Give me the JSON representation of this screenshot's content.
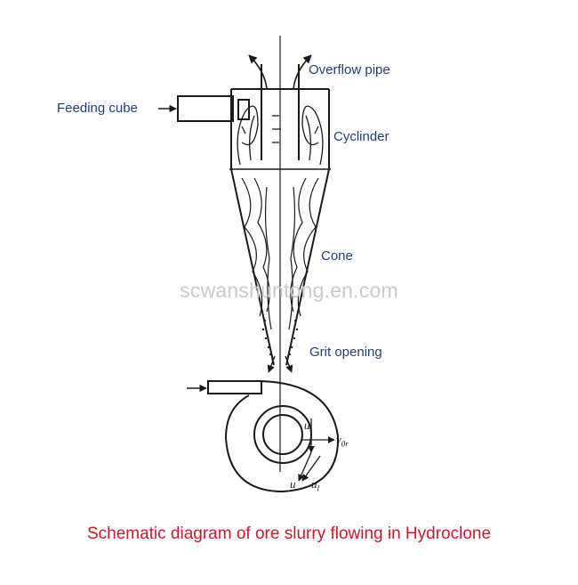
{
  "labels": {
    "overflow_pipe": "Overflow pipe",
    "feeding_cube": "Feeding cube",
    "cylinder": "Cyclinder",
    "cone": "Cone",
    "grit_opening": "Grit opening"
  },
  "symbols": {
    "u_t": "u",
    "u_t_sub": "t",
    "u_or": "v",
    "u_or_sub": "0r",
    "u": "u",
    "u_l": "u",
    "u_l_sub": "l"
  },
  "caption": "Schematic diagram of ore slurry flowing in Hydroclone",
  "watermark": "scwanshuntong.en.com",
  "colors": {
    "label": "#1f3f7a",
    "caption": "#d0182a",
    "watermark": "#c9c9c9",
    "line": "#1a1a1a"
  }
}
